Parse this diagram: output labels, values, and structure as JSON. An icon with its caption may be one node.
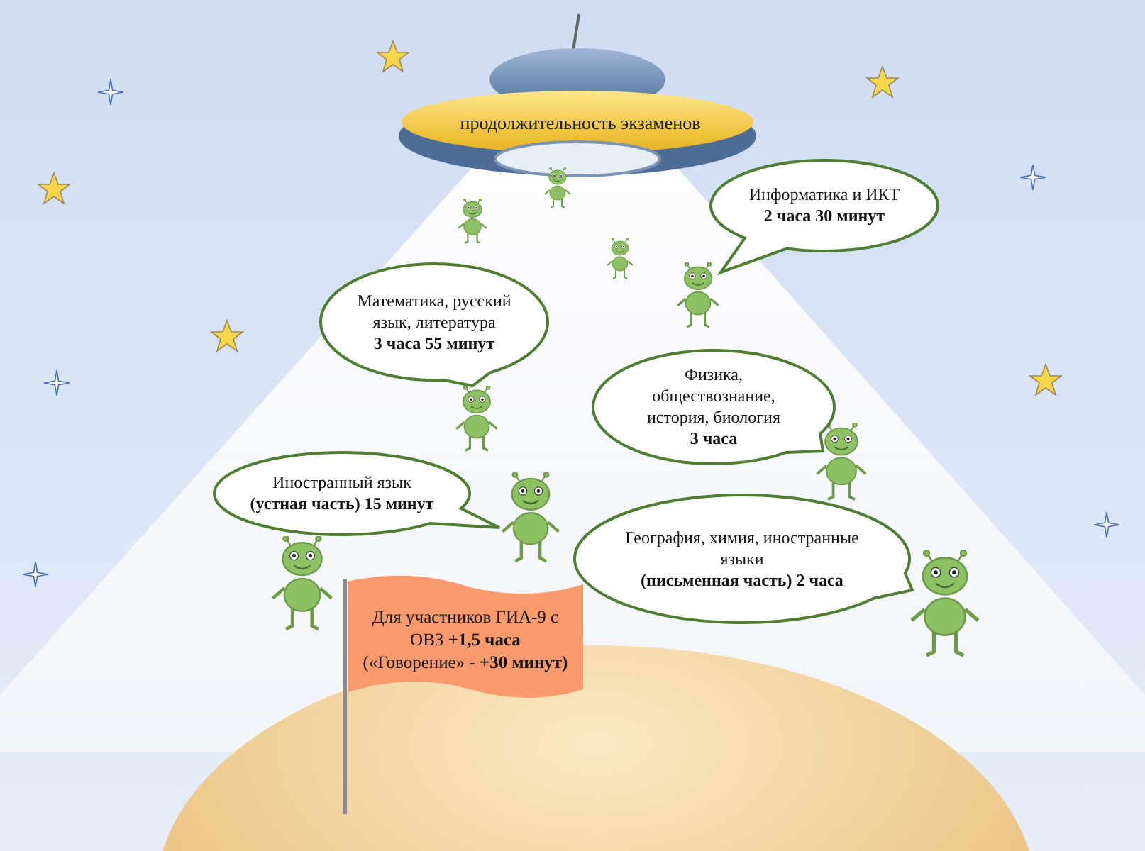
{
  "diagram": {
    "nodes": [
      {
        "text": [
          "продолжительность экзаменов"
        ]
      },
      {
        "text": [
          "Информатика и ИКТ **2 часа 30 минут**"
        ]
      },
      {
        "text": [
          "Математика, русский язык, литература **3 часа 55 минут**"
        ]
      },
      {
        "text": [
          "Физика, обществознание, история, биология **3 часа**"
        ]
      },
      {
        "text": [
          "Иностранный язык **(устная часть) 15 минут**"
        ]
      },
      {
        "text": [
          "География, химия, иностранные языки **(письменная часть) 2 часа**"
        ]
      },
      {
        "text": [
          "Для участников ГИА-9 с ОВЗ **+1,5 часа** («Говорение» - **+30 минут)**"
        ]
      }
    ]
  }
}
